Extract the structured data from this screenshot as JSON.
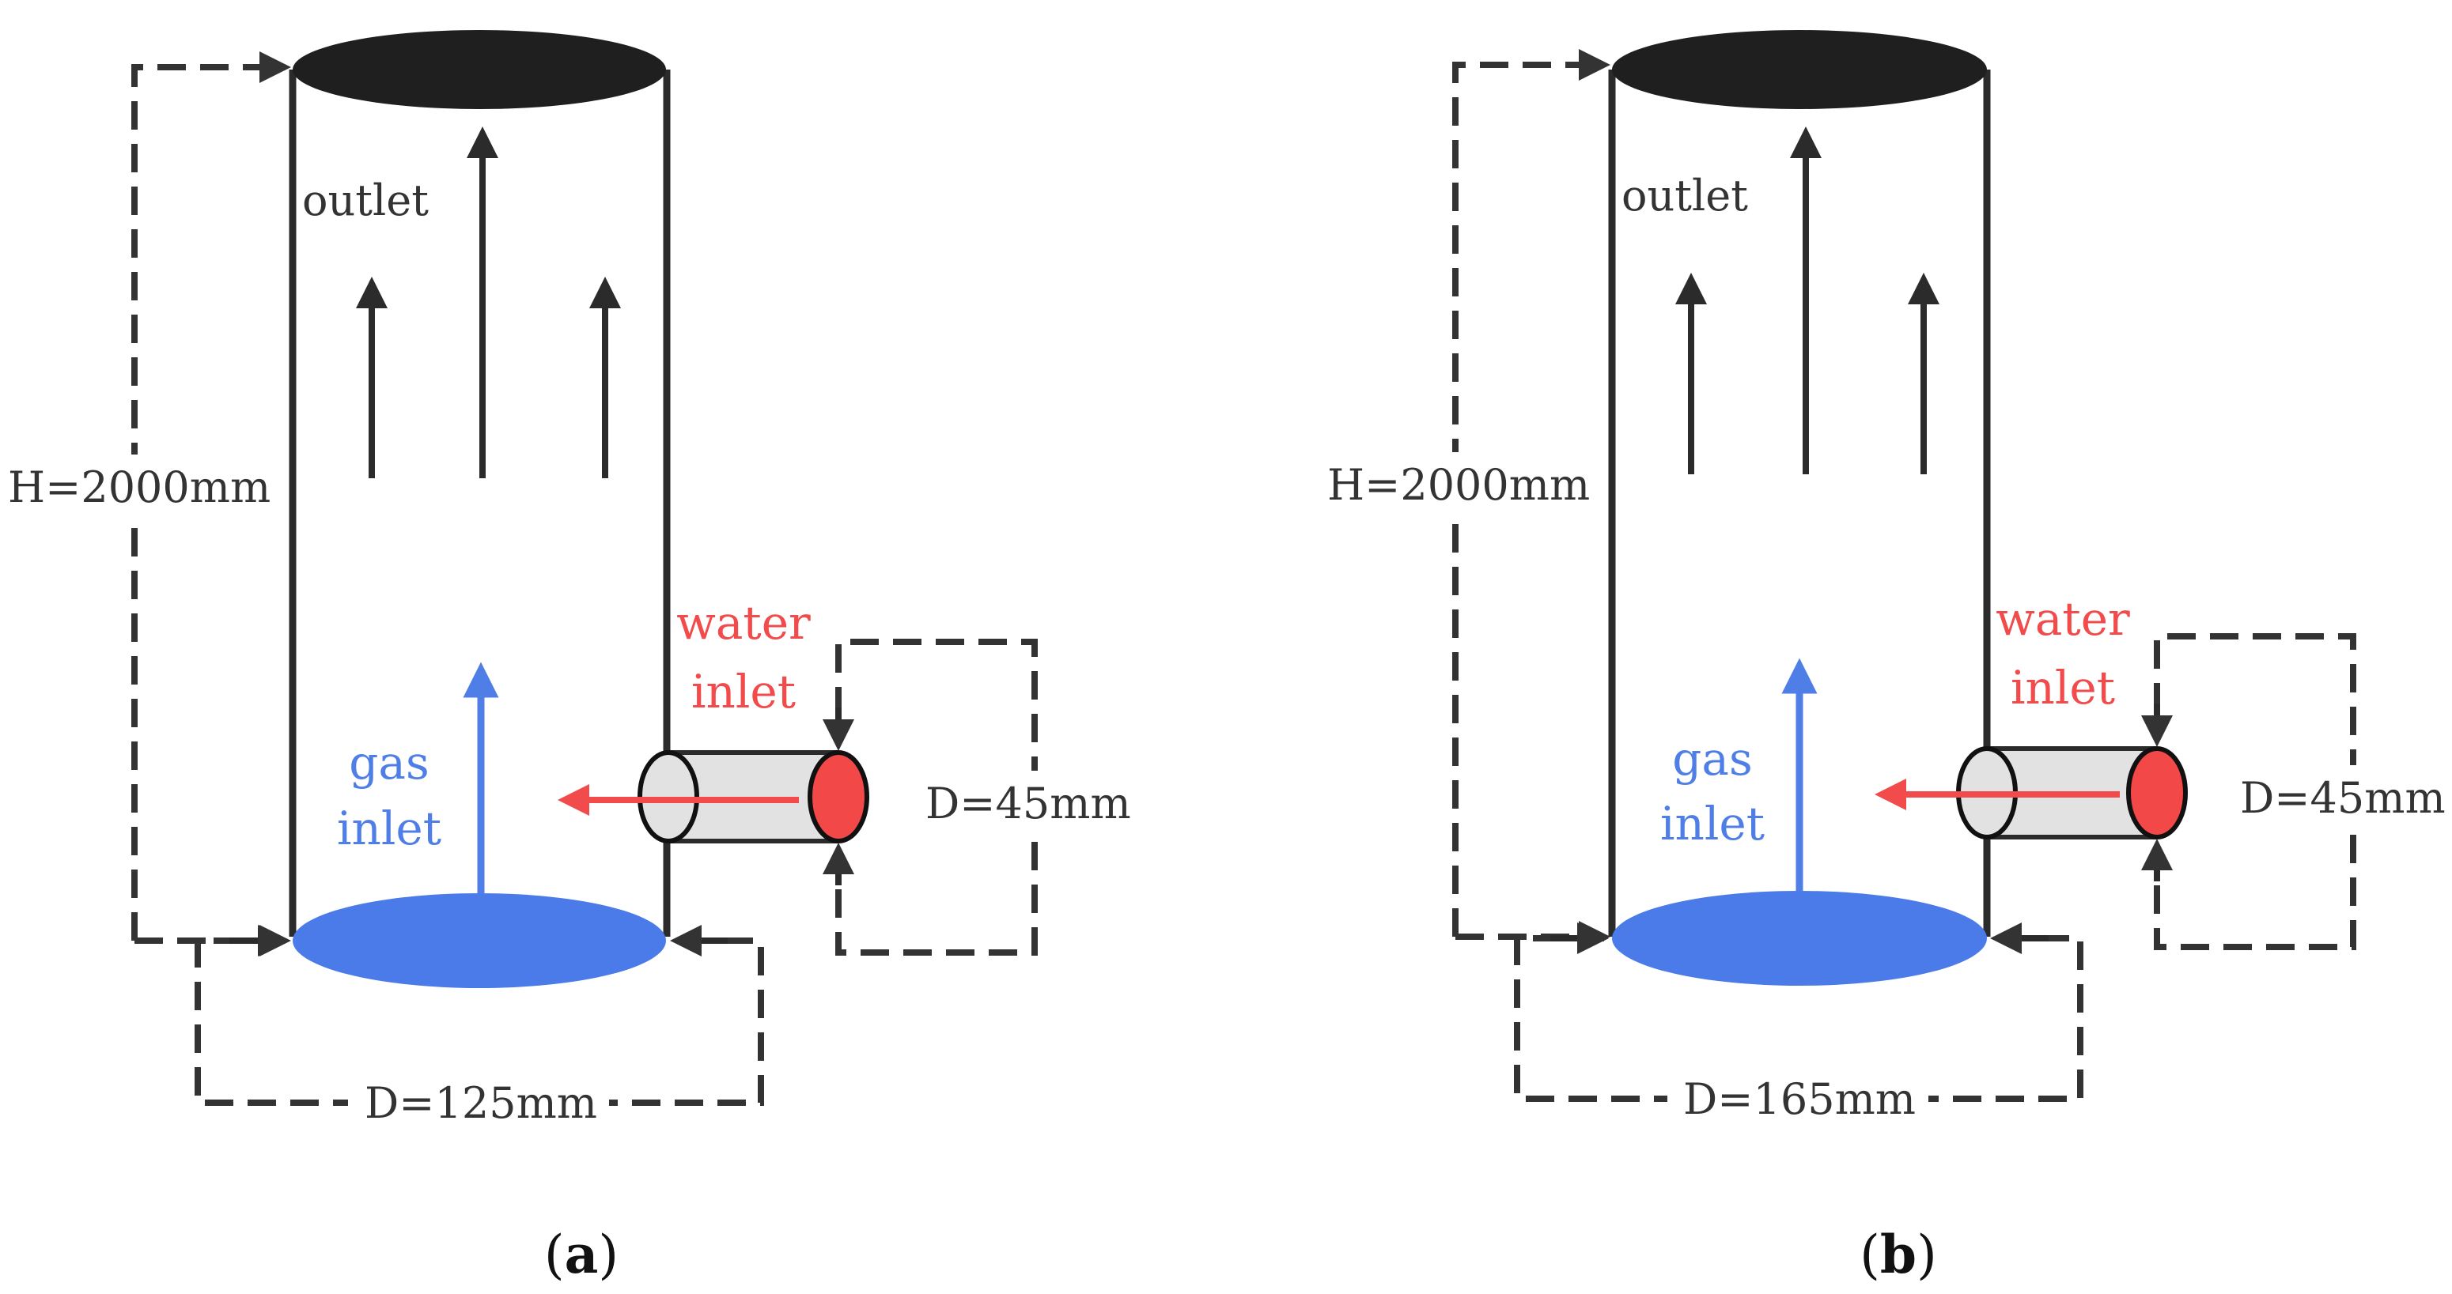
{
  "panels": [
    {
      "id": "a",
      "outlet_label": "outlet",
      "height_label": "H=2000mm",
      "water_label_line1": "water",
      "water_label_line2": "inlet",
      "gas_label_line1": "gas",
      "gas_label_line2": "inlet",
      "inlet_diameter_label": "D=45mm",
      "column_diameter_label": "D=125mm",
      "caption_open": "(",
      "caption_letter": "a",
      "caption_close": ")"
    },
    {
      "id": "b",
      "outlet_label": "outlet",
      "height_label": "H=2000mm",
      "water_label_line1": "water",
      "water_label_line2": "inlet",
      "gas_label_line1": "gas",
      "gas_label_line2": "inlet",
      "inlet_diameter_label": "D=45mm",
      "column_diameter_label": "D=165mm",
      "caption_open": "(",
      "caption_letter": "b",
      "caption_close": ")"
    }
  ],
  "colors": {
    "outlet_disk": "#1f1f1f",
    "gas_inlet_disk": "#4a7be8",
    "gas_arrow": "#4f7fe6",
    "water_arrow": "#f24b4b",
    "water_inlet_face": "#f24848",
    "pipe_body": "#e2e2e2"
  }
}
